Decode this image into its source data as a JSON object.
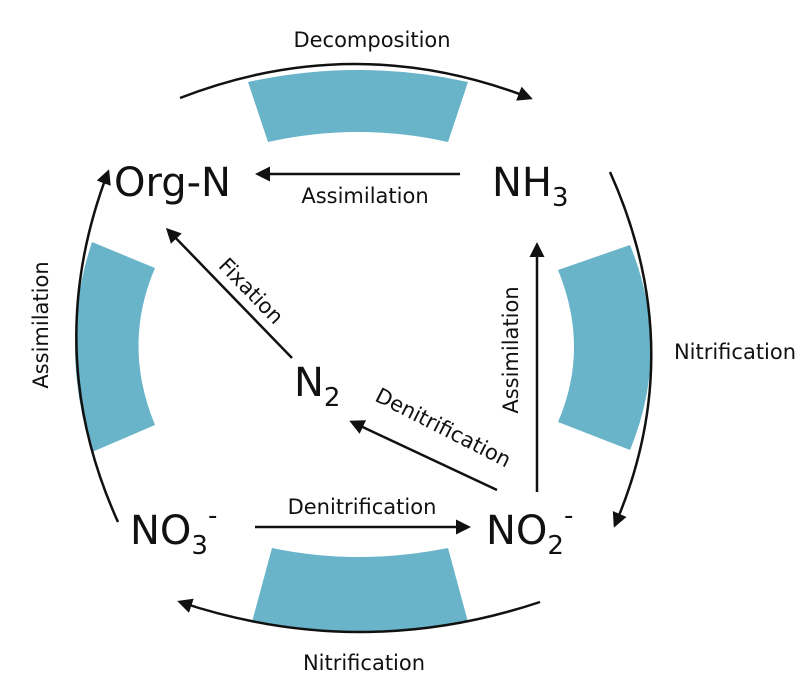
{
  "colors": {
    "band": "#69b4c9",
    "line": "#111111",
    "background": "#ffffff"
  },
  "nodes": {
    "org_n": {
      "text": "Org-N"
    },
    "nh3": {
      "base": "NH",
      "sub": "3"
    },
    "n2": {
      "base": "N",
      "sub": "2"
    },
    "no3": {
      "base": "NO",
      "sub": "3",
      "sup": "-"
    },
    "no2": {
      "base": "NO",
      "sub": "2",
      "sup": "-"
    }
  },
  "labels": {
    "decomposition": "Decomposition",
    "assimilation_top": "Assimilation",
    "assimilation_left": "Assimilation",
    "assimilation_right": "Assimilation",
    "nitrification_right": "Nitrification",
    "nitrification_bottom": "Nitrification",
    "fixation": "Fixation",
    "denitrification_diag": "Denitrification",
    "denitrification_bottom": "Denitrification"
  }
}
